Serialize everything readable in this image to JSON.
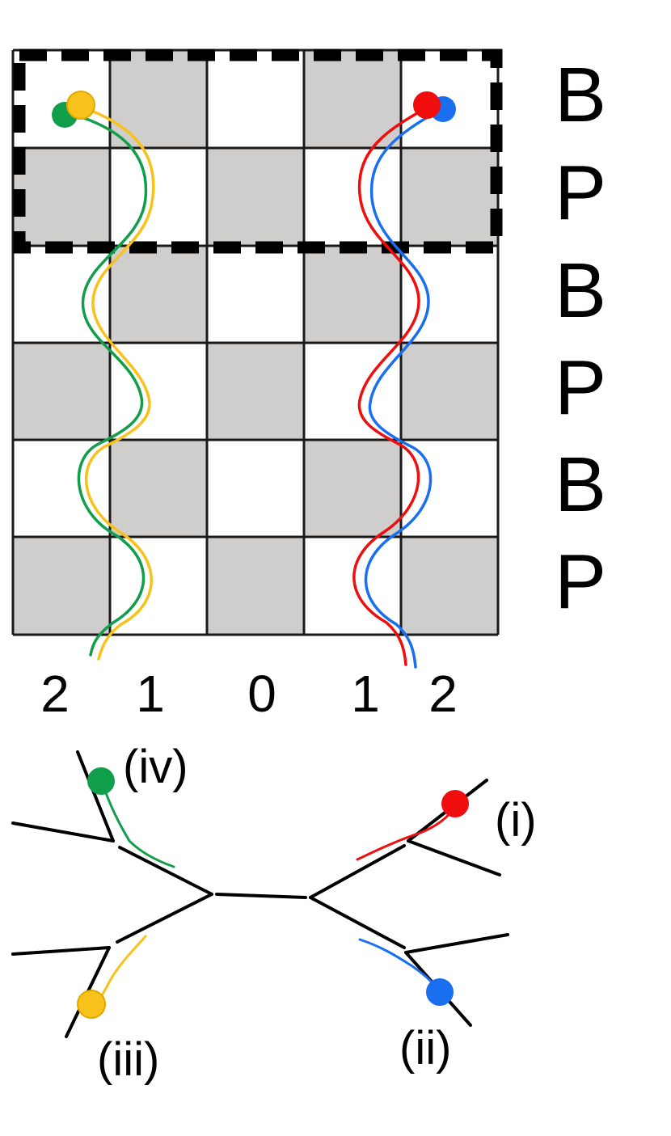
{
  "row_labels": [
    "B",
    "P",
    "B",
    "P",
    "B",
    "P"
  ],
  "column_labels": [
    "2",
    "1",
    "0",
    "1",
    "2"
  ],
  "leaf_labels": {
    "i": "(i)",
    "ii": "(ii)",
    "iii": "(iii)",
    "iv": "(iv)"
  },
  "colors": {
    "green": "#119e4a",
    "yellow": "#f8c21a",
    "red": "#ef0d0d",
    "blue": "#1a6ef0",
    "gray_cell": "#d0cdcd",
    "grid_line": "#1a1a1a"
  }
}
